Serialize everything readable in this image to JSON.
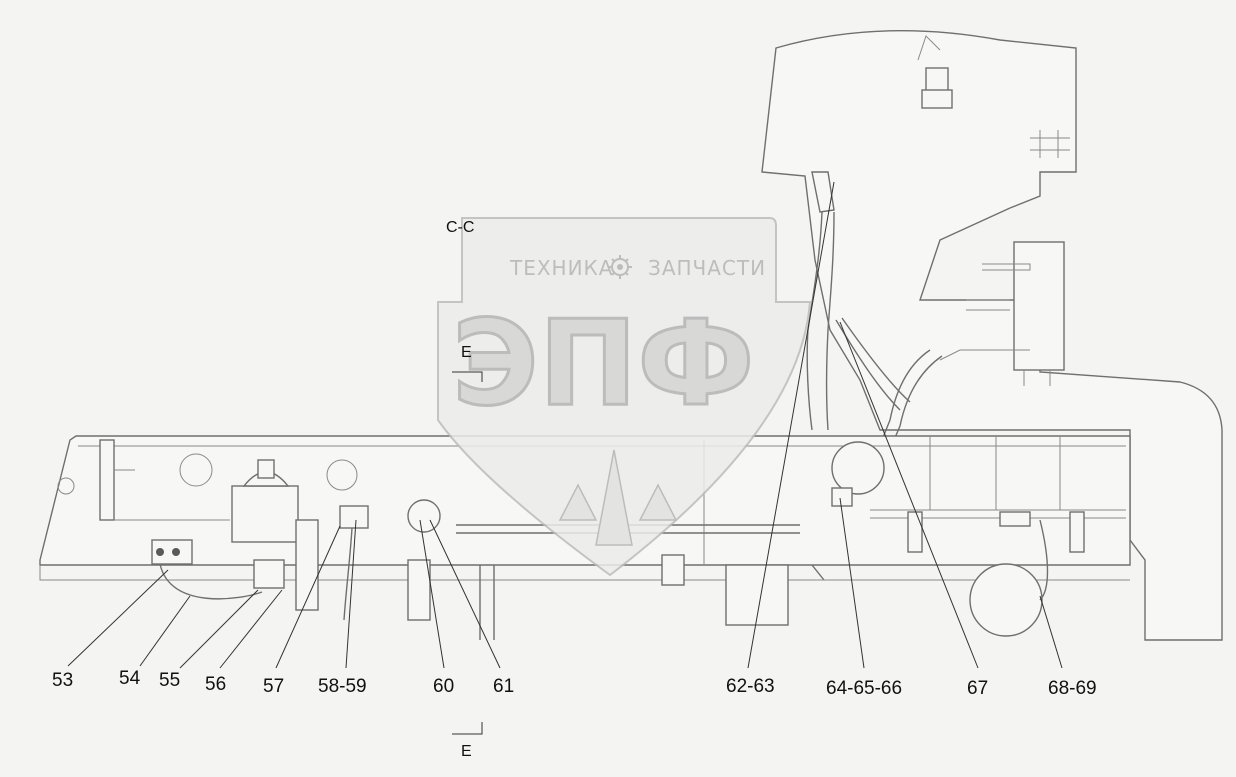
{
  "callouts": [
    "53",
    "54",
    "55",
    "56",
    "57",
    "58-59",
    "60",
    "61",
    "62-63",
    "64-65-66",
    "67",
    "68-69"
  ],
  "section_label": "C-C",
  "view_label_top": "E",
  "view_label_bottom": "E",
  "watermark": {
    "line1": "ТЕХНИКА",
    "line2": "ЗАПЧАСТИ",
    "logo": "ЭПФ",
    "icon": "gear-icon"
  }
}
